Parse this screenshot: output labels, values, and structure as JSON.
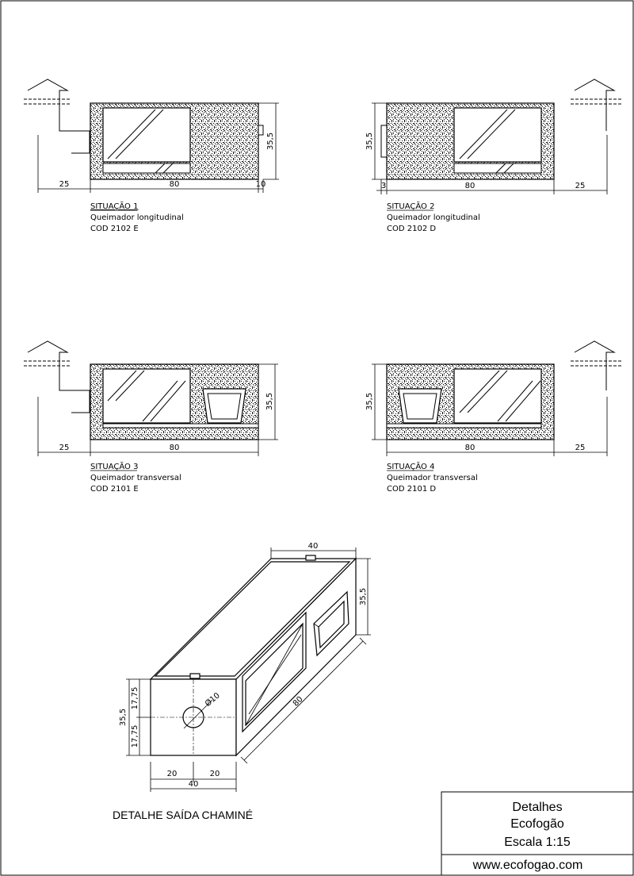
{
  "situations": [
    {
      "title": "SITUAÇÃO 1",
      "subtitle": "Queimador longitudinal",
      "code": "COD 2102 E",
      "dims": {
        "left": "25",
        "width": "80",
        "height": "35,5",
        "small": "10"
      }
    },
    {
      "title": "SITUAÇÃO 2",
      "subtitle": "Queimador longitudinal",
      "code": "COD 2102 D",
      "dims": {
        "small": "3",
        "width": "80",
        "right": "25",
        "height": "35,5"
      }
    },
    {
      "title": "SITUAÇÃO 3",
      "subtitle": "Queimador transversal",
      "code": "COD 2101 E",
      "dims": {
        "left": "25",
        "width": "80",
        "height": "35,5"
      }
    },
    {
      "title": "SITUAÇÃO 4",
      "subtitle": "Queimador transversal",
      "code": "COD 2101 D",
      "dims": {
        "width": "80",
        "right": "25",
        "height": "35,5"
      }
    }
  ],
  "detail": {
    "top_width": "40",
    "right_height": "35,5",
    "left_height": "35,5",
    "half_top": "17,75",
    "half_bottom": "17,75",
    "diameter": "Ø10",
    "length": "80",
    "half_left": "20",
    "half_right": "20",
    "front_width": "40",
    "caption": "DETALHE SAÍDA CHAMINÉ"
  },
  "title_block": {
    "line1": "Detalhes",
    "line2": "Ecofogão",
    "line3": "Escala 1:15",
    "website": "www.ecofogao.com"
  }
}
